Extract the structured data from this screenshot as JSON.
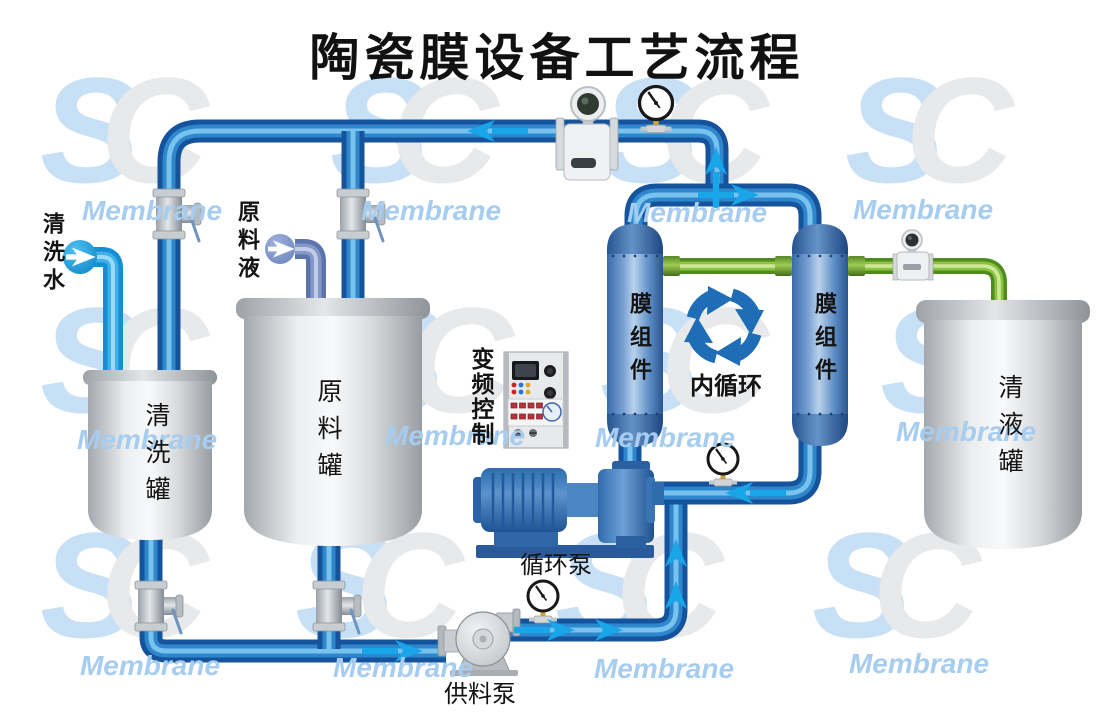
{
  "title": "陶瓷膜设备工艺流程",
  "watermark": {
    "logo_s": "S",
    "logo_c": "C",
    "brand": "Membrane"
  },
  "labels": {
    "clean_water_in": "清洗水",
    "raw_liquid_in": "原料液",
    "clean_tank": "清洗罐",
    "raw_tank": "原料罐",
    "clear_tank": "清液罐",
    "membrane_module": "膜组件",
    "inner_circulation": "内循环",
    "vfd_control": "变频控制",
    "circulation_pump": "循环泵",
    "feed_pump": "供料泵"
  },
  "colors": {
    "pipe_blue_dark": "#15539c",
    "pipe_blue_mid": "#2e86cc",
    "pipe_highlight": "#79c2ee",
    "clean_water_pipe": "#3fb0e8",
    "raw_liquid_pipe": "#8398c7",
    "permeate_green": "#8ac340",
    "flow_arrow": "#18a6e9",
    "tank_gray": "#d9dbdd",
    "module_blue": "#7ba3d4",
    "recycle_blue": "#1e6db6",
    "watermark_blue": "#a6cdf0"
  }
}
